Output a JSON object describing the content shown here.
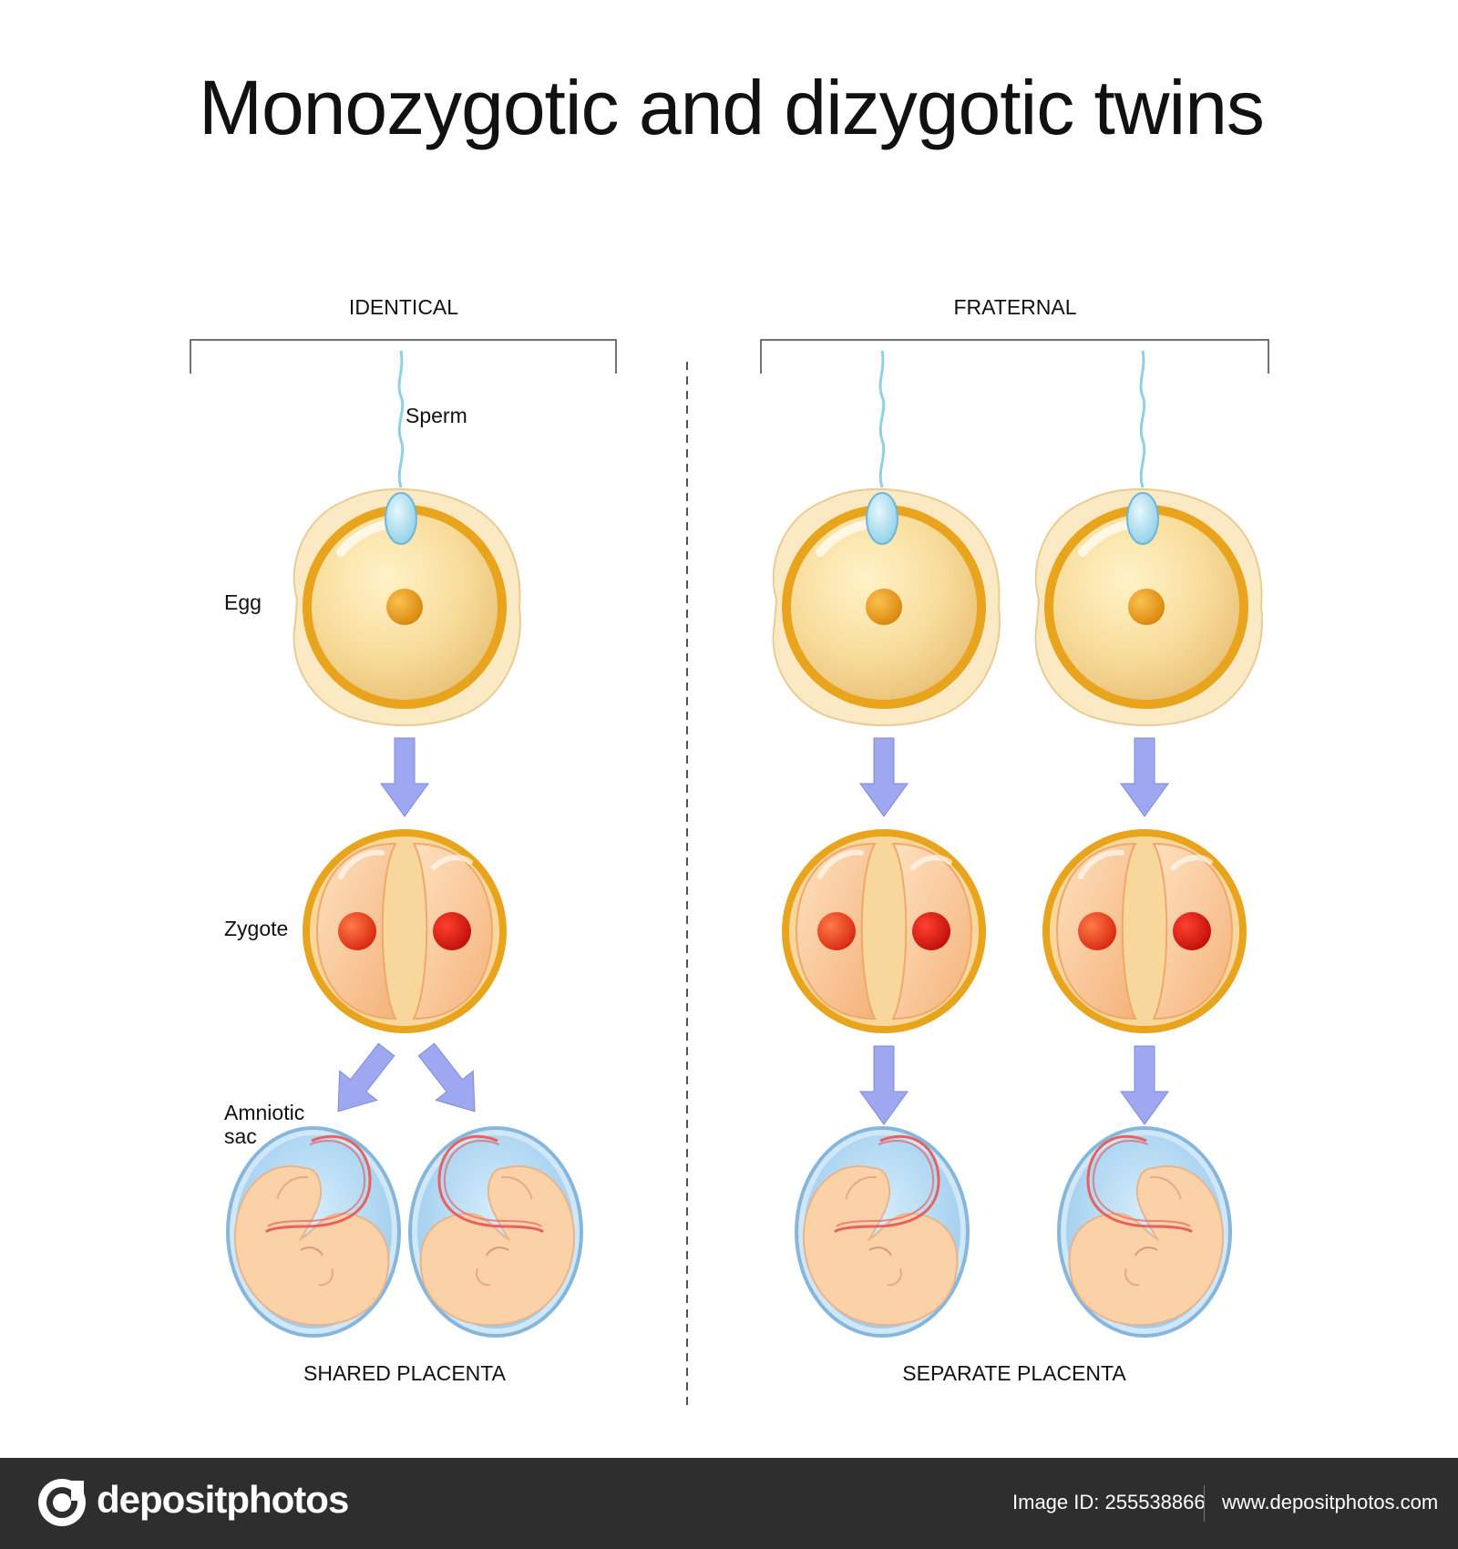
{
  "title": "Monozygotic and dizygotic twins",
  "groups": {
    "identical": {
      "label": "IDENTICAL",
      "placenta": "SHARED PLACENTA"
    },
    "fraternal": {
      "label": "FRATERNAL",
      "placenta": "SEPARATE PLACENTA"
    }
  },
  "labels": {
    "sperm": "Sperm",
    "egg": "Egg",
    "zygote": "Zygote",
    "amniotic_line1": "Amniotic",
    "amniotic_line2": "sac"
  },
  "colors": {
    "egg_ring": "#e8a41c",
    "egg_fill": "#f8dc9a",
    "corona": "#fbe9c4",
    "nucleus": "#e89a15",
    "cell_fill": "#f9c08a",
    "nucleus_red": "#e8281a",
    "arrow": "#9da8f0",
    "sac_fill": "#b3daf2",
    "sac_ring": "#7fb0d6",
    "embryo": "#fbd2a8",
    "cord": "#e86060",
    "sperm": "#b8e4f4"
  },
  "footer": {
    "brand": "depositphotos",
    "image_id": "Image ID: 255538866",
    "website": "www.depositphotos.com"
  }
}
